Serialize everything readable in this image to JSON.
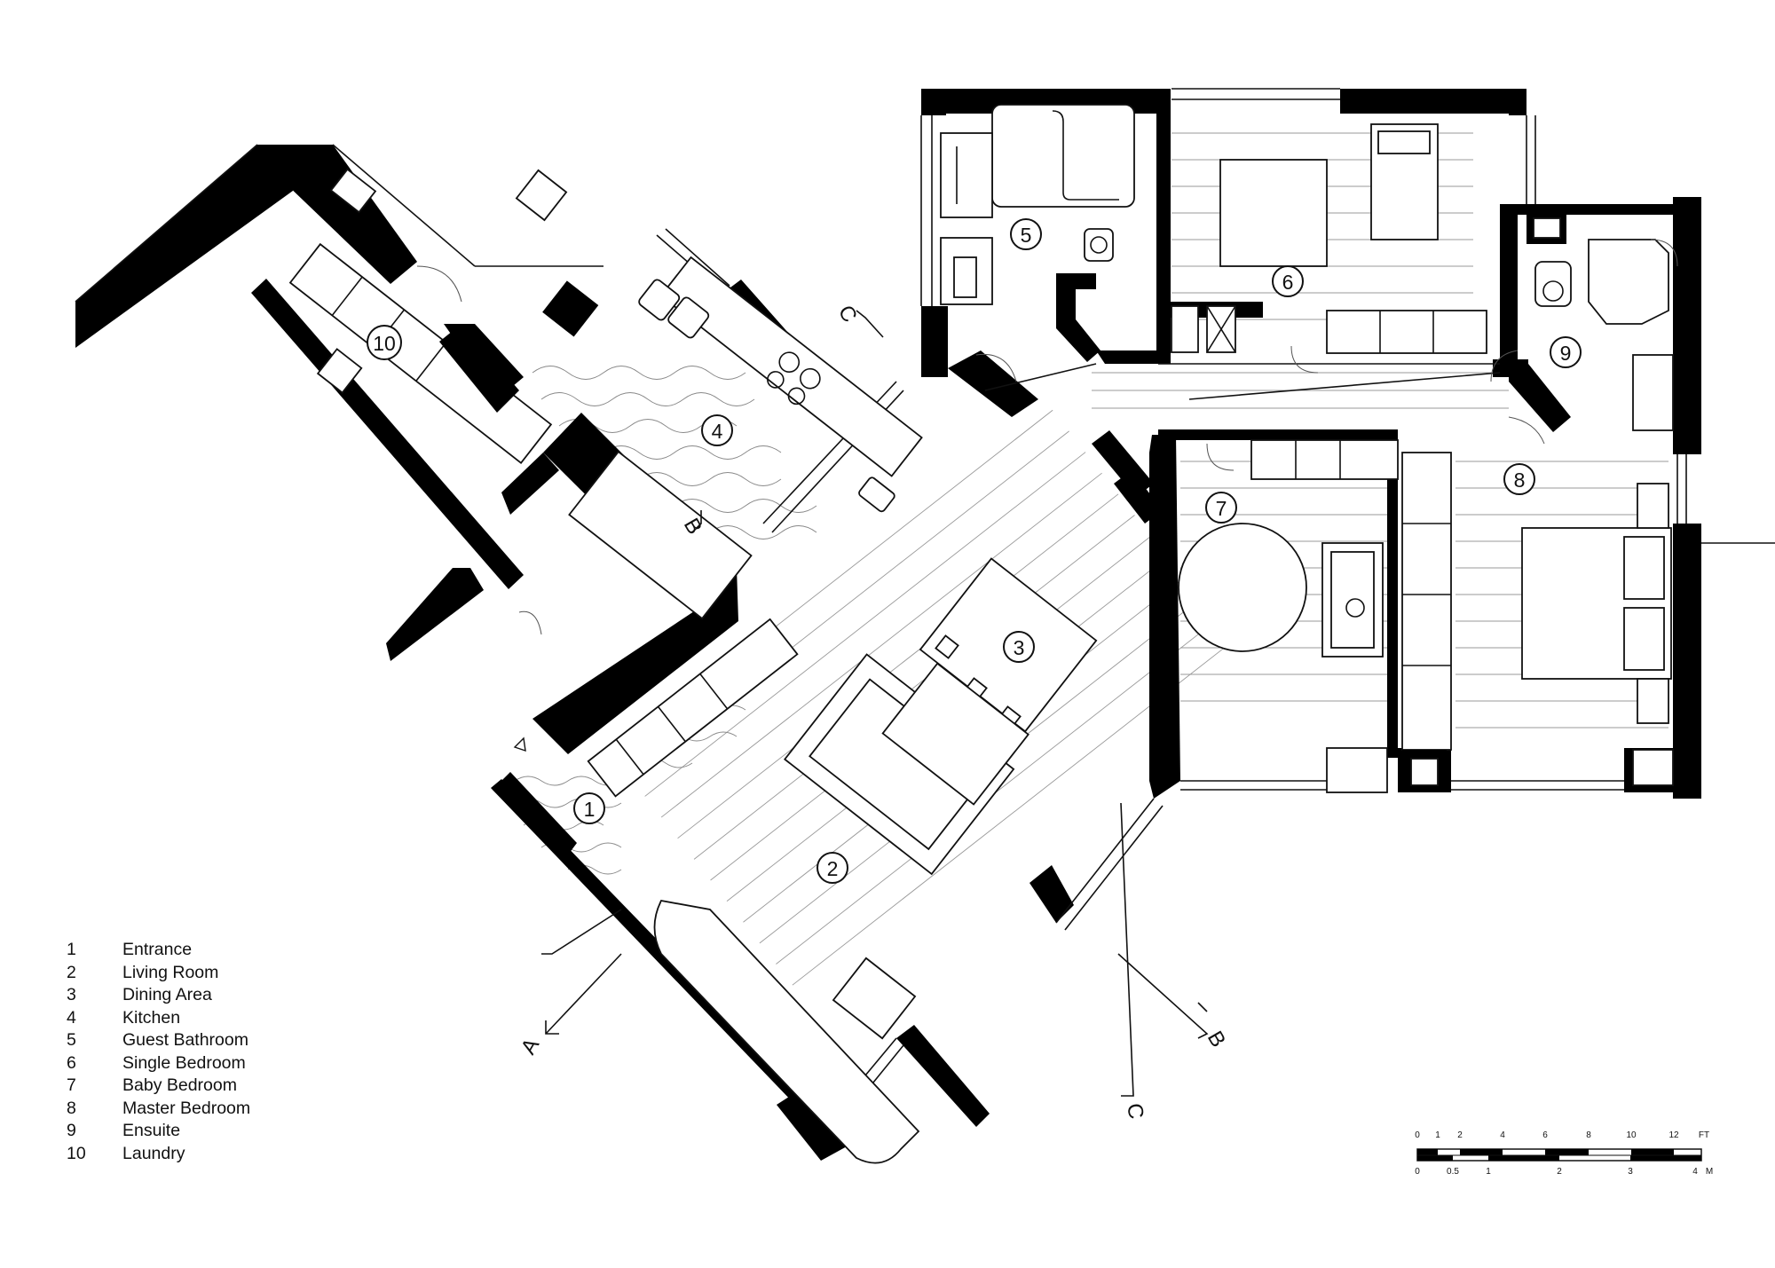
{
  "rooms": [
    {
      "n": "1",
      "name": "Entrance"
    },
    {
      "n": "2",
      "name": "Living Room"
    },
    {
      "n": "3",
      "name": "Dining Area"
    },
    {
      "n": "4",
      "name": "Kitchen"
    },
    {
      "n": "5",
      "name": "Guest Bathroom"
    },
    {
      "n": "6",
      "name": "Single Bedroom"
    },
    {
      "n": "7",
      "name": "Baby Bedroom"
    },
    {
      "n": "8",
      "name": "Master Bedroom"
    },
    {
      "n": "9",
      "name": "Ensuite"
    },
    {
      "n": "10",
      "name": "Laundry"
    }
  ],
  "sections": {
    "a": "A",
    "b": "B",
    "c": "C"
  },
  "scale": {
    "ft_unit": "FT",
    "ft_ticks": [
      "0",
      "1",
      "2",
      "4",
      "6",
      "8",
      "10",
      "12"
    ],
    "m_unit": "M",
    "m_ticks": [
      "0",
      "0.5",
      "1",
      "2",
      "3",
      "4"
    ]
  }
}
